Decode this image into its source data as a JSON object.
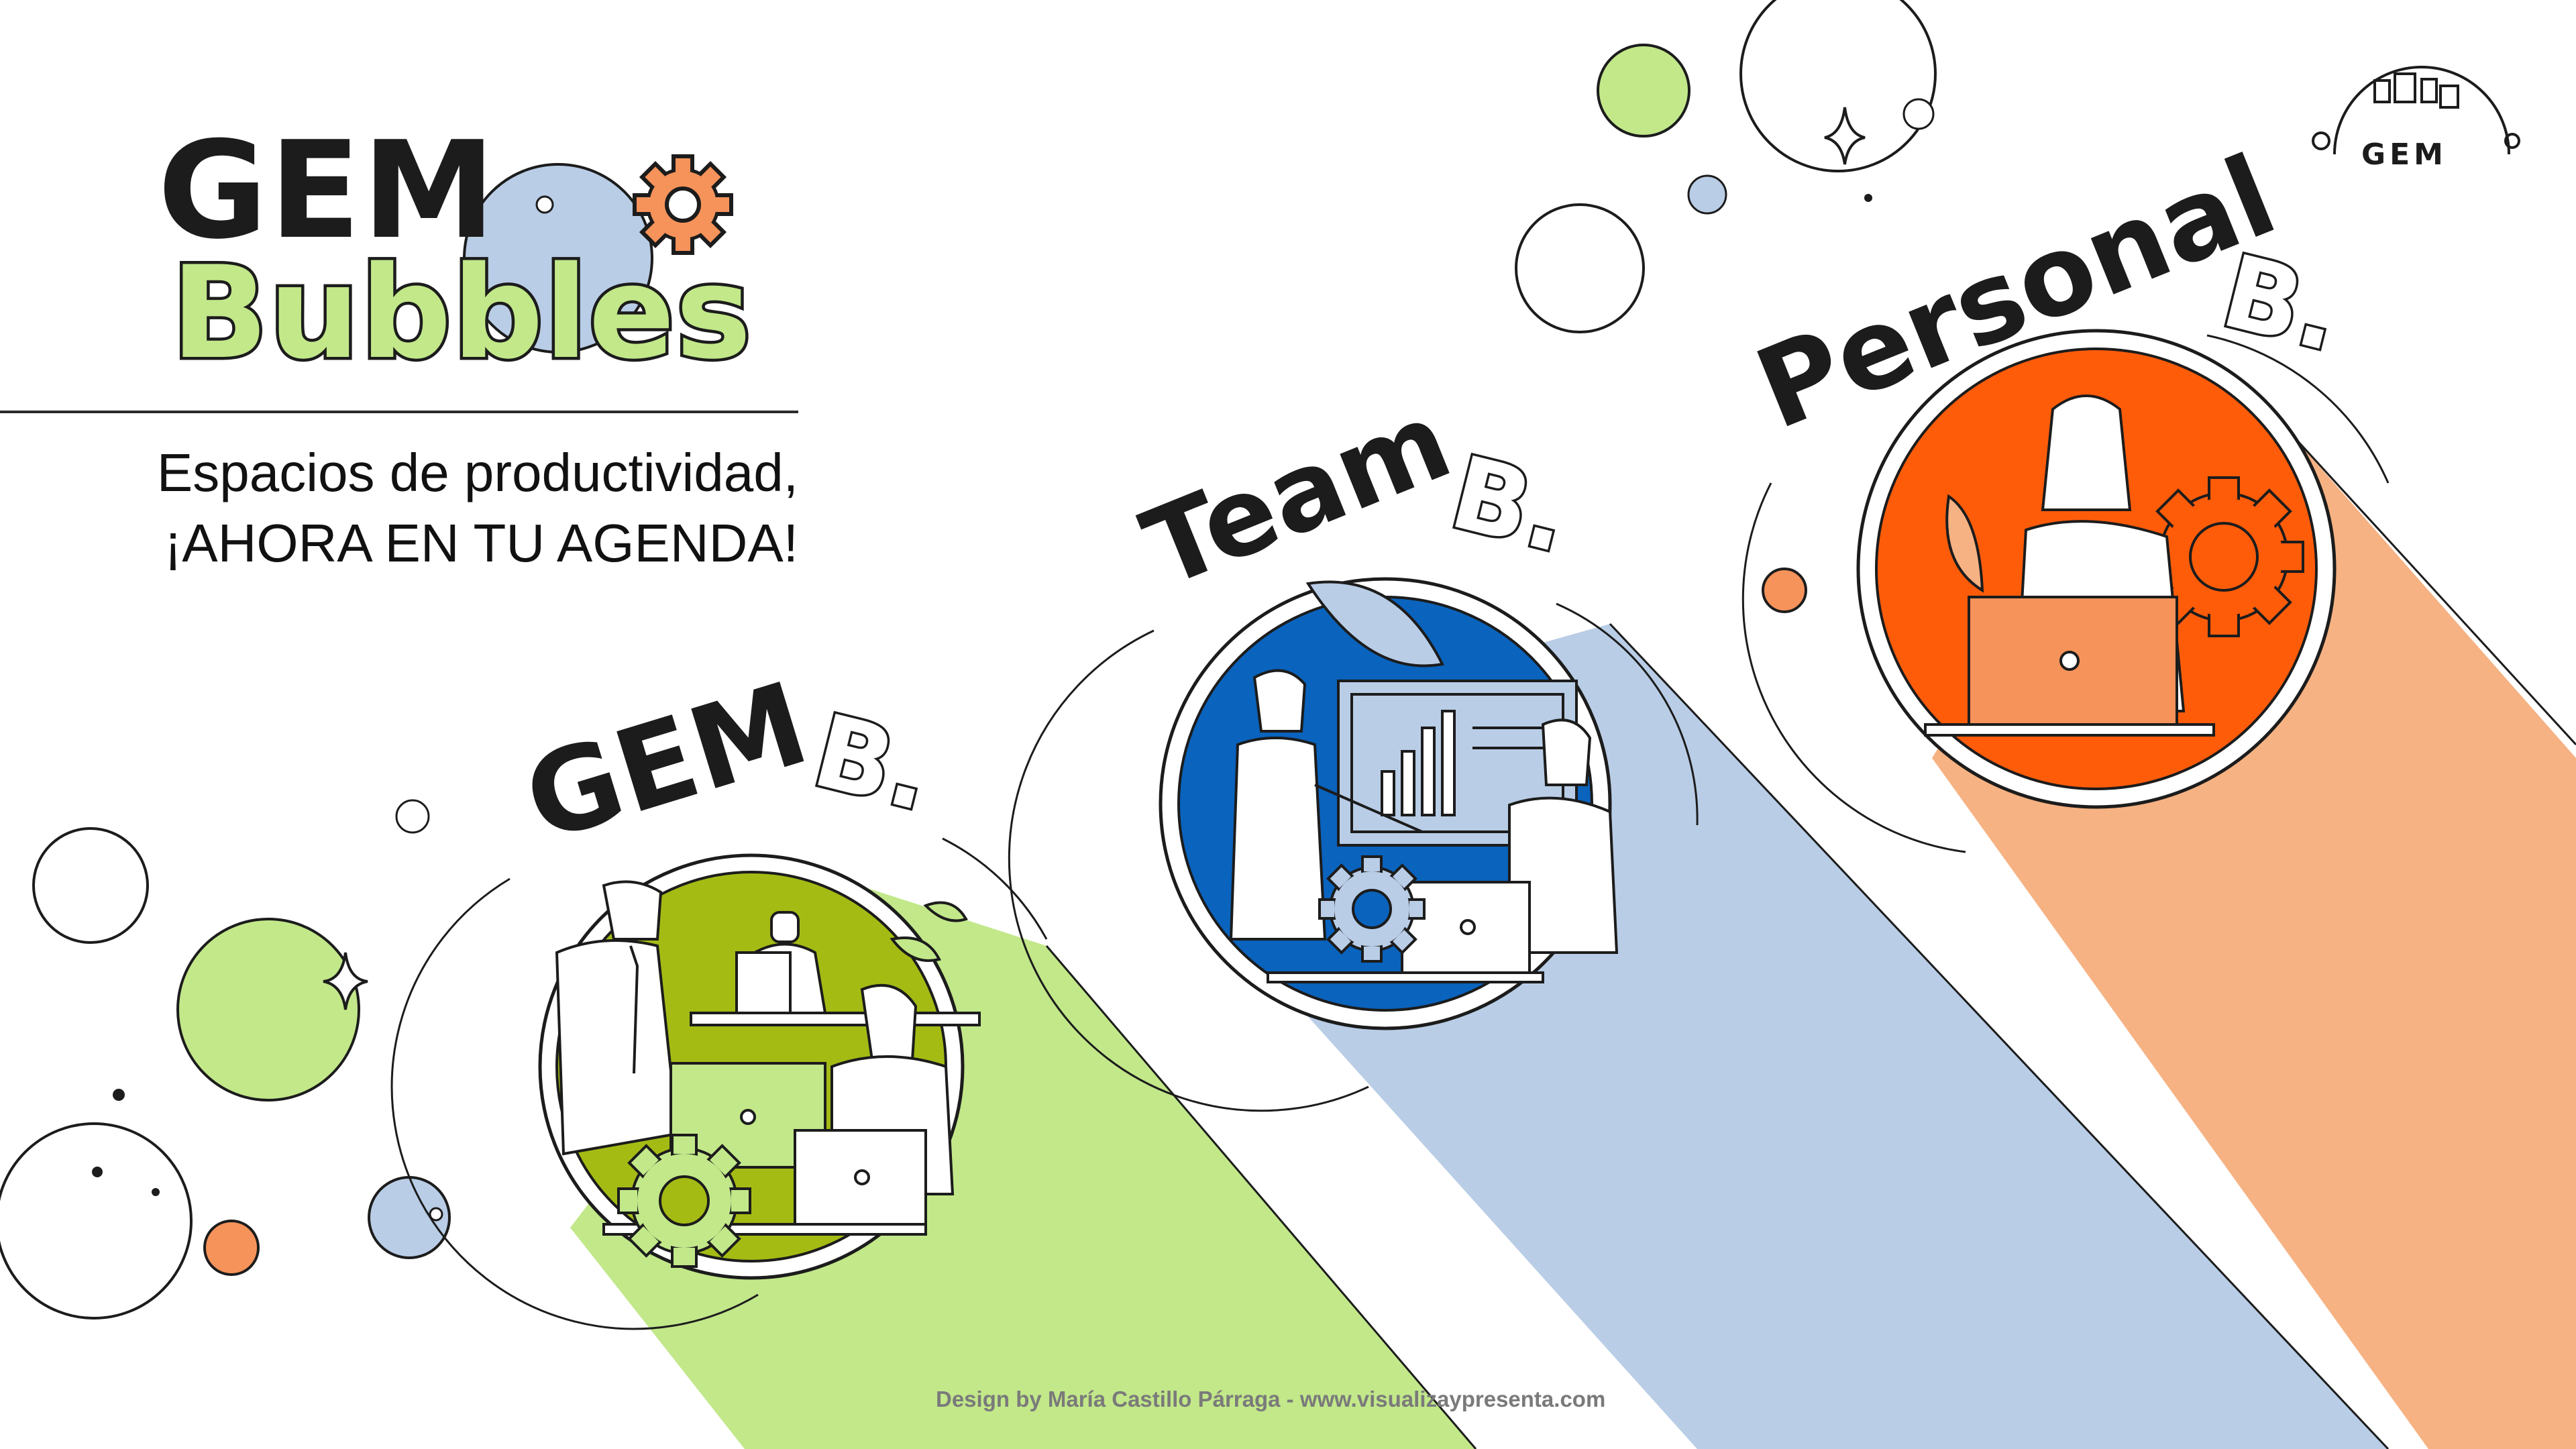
{
  "title": {
    "line1": "GEM",
    "line2": "Bubbles"
  },
  "tagline": {
    "line1": "Espacios de productividad,",
    "line2": "¡AHORA EN TU AGENDA!"
  },
  "bubbles": [
    {
      "label": "GEM",
      "mark": "B.",
      "color": "#a4bb14",
      "beam_color": "#c2e88a",
      "icon": "team-desk-illustration"
    },
    {
      "label": "Team",
      "mark": "B.",
      "color": "#0a63bd",
      "beam_color": "#b9cde6",
      "icon": "presentation-illustration"
    },
    {
      "label": "Personal",
      "mark": "B.",
      "color": "#ff5c0a",
      "beam_color": "#f6b283",
      "icon": "woman-laptop-illustration"
    }
  ],
  "logo": {
    "text": "GEM"
  },
  "credit": "Design by María Castillo Párraga - www.visualizaypresenta.com",
  "colors": {
    "green_light": "#c2e88a",
    "blue_light": "#b9cde6",
    "orange": "#f6935a",
    "ink": "#1c1c1c"
  }
}
